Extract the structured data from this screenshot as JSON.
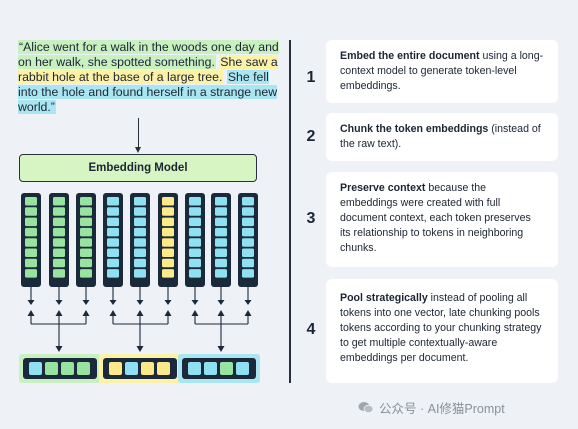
{
  "quote": {
    "part1": "“Alice went for a walk in the woods one day and on her walk, she spotted something.",
    "part2": "She saw a rabbit hole at the base of a large tree.",
    "part3": "She fell into the hole and found herself in a strange new world.”"
  },
  "model_label": "Embedding Model",
  "token_columns": [
    "green",
    "green",
    "green",
    "blue",
    "blue",
    "yellow",
    "blue",
    "blue",
    "blue"
  ],
  "pool_groups": [
    {
      "colors": [
        "blue",
        "green",
        "green",
        "green"
      ],
      "highlight": "green"
    },
    {
      "colors": [
        "yellow",
        "blue",
        "yellow",
        "yellow"
      ],
      "highlight": "yellow"
    },
    {
      "colors": [
        "blue",
        "blue",
        "green",
        "blue"
      ],
      "highlight": "blue"
    }
  ],
  "colors": {
    "green": "#99e3a0",
    "blue": "#8fe0f0",
    "yellow": "#fbe98a",
    "dark": "#1a2a3a",
    "accent_highlight_green": "#c9f0c0",
    "accent_highlight_yellow": "#fbf2a8",
    "accent_highlight_blue": "#a9e6f2"
  },
  "steps": [
    {
      "number": "1",
      "bold": "Embed the entire document",
      "text": " using a long-context model to generate token-level embeddings."
    },
    {
      "number": "2",
      "bold": "Chunk the token embeddings",
      "text": " (instead of the raw text)."
    },
    {
      "number": "3",
      "bold": "Preserve context",
      "text": " because the embeddings were created with full document context, each token preserves its relationship to tokens in neighboring chunks."
    },
    {
      "number": "4",
      "bold": "Pool strategically",
      "text": " instead of pooling all tokens into one vector, late chunking pools tokens according to your chunking strategy to get multiple contextually-aware embeddings per document."
    }
  ],
  "watermark": "公众号 · AI修猫Prompt"
}
